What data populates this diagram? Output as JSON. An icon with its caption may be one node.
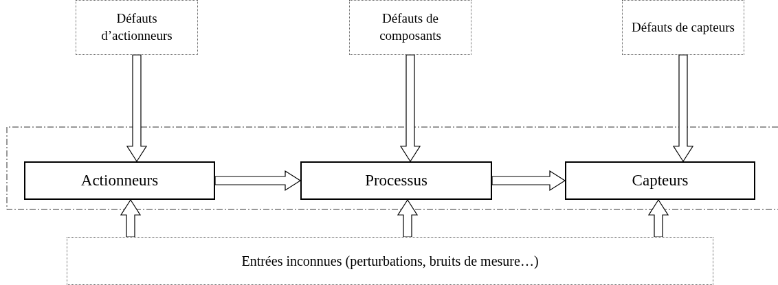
{
  "diagram": {
    "nodes": [
      {
        "text": [
          "Défauts d’actionneurs"
        ]
      },
      {
        "text": [
          "Défauts de composants"
        ]
      },
      {
        "text": [
          "Défauts de capteurs"
        ]
      },
      {
        "text": [
          "Actionneurs"
        ]
      },
      {
        "text": [
          "Processus"
        ]
      },
      {
        "text": [
          "Capteurs"
        ]
      },
      {
        "text": [
          "Entrées inconnues (perturbations, bruits de mesure…)"
        ]
      }
    ],
    "edges": [
      {
        "from": 0,
        "to": 3,
        "arrow": "to"
      },
      {
        "from": 1,
        "to": 4,
        "arrow": "to"
      },
      {
        "from": 2,
        "to": 5,
        "arrow": "to"
      },
      {
        "from": 3,
        "to": 4,
        "arrow": "to"
      },
      {
        "from": 4,
        "to": 5,
        "arrow": "to"
      },
      {
        "from": 6,
        "to": 3,
        "arrow": "to"
      },
      {
        "from": 6,
        "to": 4,
        "arrow": "to"
      },
      {
        "from": 6,
        "to": 5,
        "arrow": "to"
      }
    ]
  }
}
